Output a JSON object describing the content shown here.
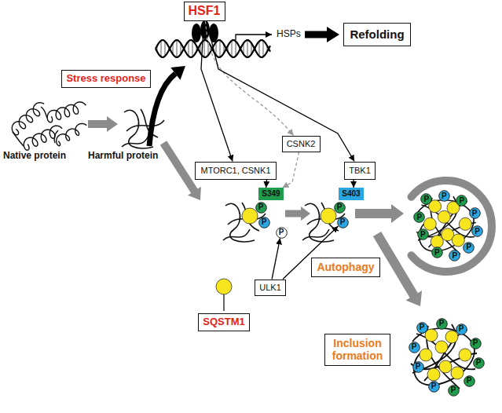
{
  "diagram": {
    "nodes": [
      {
        "text": [
          "HSF1"
        ]
      },
      {
        "text": [
          "Refolding"
        ]
      },
      {
        "text": [
          "Stress response"
        ]
      },
      {
        "text": [
          "CSNK2"
        ]
      },
      {
        "text": [
          "MTORC1, CSNK1"
        ]
      },
      {
        "text": [
          "TBK1"
        ]
      },
      {
        "text": [
          "S349"
        ]
      },
      {
        "text": [
          "S403"
        ]
      },
      {
        "text": [
          "P"
        ]
      },
      {
        "text": [
          "P"
        ]
      },
      {
        "text": [
          "P"
        ]
      },
      {
        "text": [
          "P"
        ]
      },
      {
        "text": [
          "P"
        ]
      },
      {
        "text": [
          "Autophagy"
        ]
      },
      {
        "text": [
          "ULK1"
        ]
      },
      {
        "text": [
          "SQSTM1"
        ]
      },
      {
        "text": [
          "Inclusion formation"
        ]
      },
      {
        "text": [
          "P"
        ]
      },
      {
        "text": [
          "P"
        ]
      },
      {
        "text": [
          "P"
        ]
      },
      {
        "text": [
          "P"
        ]
      },
      {
        "text": [
          "P"
        ]
      },
      {
        "text": [
          "P"
        ]
      },
      {
        "text": [
          "P"
        ]
      },
      {
        "text": [
          "P"
        ]
      },
      {
        "text": [
          "P"
        ]
      },
      {
        "text": [
          "P"
        ]
      },
      {
        "text": [
          "P"
        ]
      },
      {
        "text": [
          "P"
        ]
      },
      {
        "text": [
          "P"
        ]
      },
      {
        "text": [
          "P"
        ]
      },
      {
        "text": [
          "P"
        ]
      },
      {
        "text": [
          "P"
        ]
      },
      {
        "text": [
          "P"
        ]
      },
      {
        "text": [
          "P"
        ]
      },
      {
        "text": [
          "P"
        ]
      },
      {
        "text": [
          "P"
        ]
      }
    ],
    "edges": [
      {
        "from": 0,
        "to": 4,
        "arrow": "to"
      },
      {
        "from": 0,
        "to": 3,
        "arrow": "to"
      },
      {
        "from": 0,
        "to": 5,
        "arrow": "to"
      },
      {
        "from": 3,
        "to": 6,
        "arrow": "to"
      },
      {
        "from": 4,
        "to": 6,
        "arrow": "to"
      },
      {
        "from": 5,
        "to": 7,
        "arrow": "to"
      },
      {
        "from": 14,
        "to": 10,
        "arrow": "to"
      },
      {
        "from": 14,
        "to": 12,
        "arrow": "to"
      }
    ],
    "labels": [
      "HSPs",
      "Native protein",
      "Harmful protein"
    ]
  }
}
